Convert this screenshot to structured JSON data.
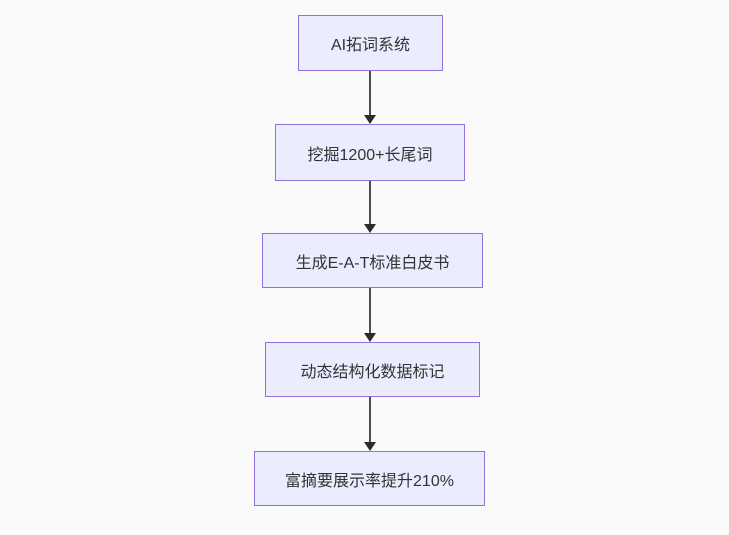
{
  "flowchart": {
    "type": "flowchart",
    "direction": "top-down",
    "background_color": "#fafafa",
    "node_fill_color": "#ececff",
    "node_border_color": "#9370db",
    "text_color": "#333333",
    "arrow_color": "#333333",
    "nodes": [
      {
        "id": "node-1",
        "label": "AI拓词系统"
      },
      {
        "id": "node-2",
        "label": "挖掘1200+长尾词"
      },
      {
        "id": "node-3",
        "label": "生成E-A-T标准白皮书"
      },
      {
        "id": "node-4",
        "label": "动态结构化数据标记"
      },
      {
        "id": "node-5",
        "label": "富摘要展示率提升210%"
      }
    ],
    "edges": [
      {
        "from": "node-1",
        "to": "node-2"
      },
      {
        "from": "node-2",
        "to": "node-3"
      },
      {
        "from": "node-3",
        "to": "node-4"
      },
      {
        "from": "node-4",
        "to": "node-5"
      }
    ]
  }
}
